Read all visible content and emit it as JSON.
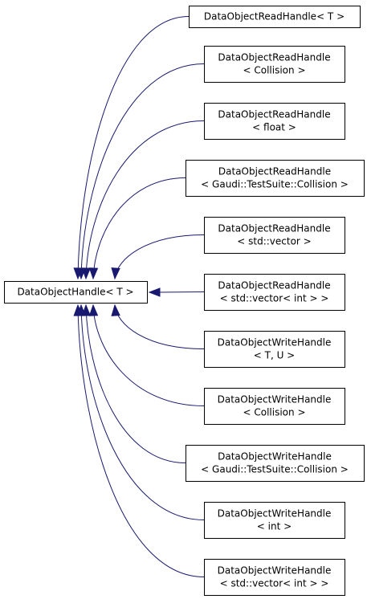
{
  "diagram": {
    "base": {
      "lines": [
        "DataObjectHandle< T >"
      ]
    },
    "derived": [
      {
        "lines": [
          "DataObjectReadHandle< T >"
        ]
      },
      {
        "lines": [
          "DataObjectReadHandle",
          "< Collision >"
        ]
      },
      {
        "lines": [
          "DataObjectReadHandle",
          "< float >"
        ]
      },
      {
        "lines": [
          "DataObjectReadHandle",
          "< Gaudi::TestSuite::Collision >"
        ]
      },
      {
        "lines": [
          "DataObjectReadHandle",
          "< std::vector >"
        ]
      },
      {
        "lines": [
          "DataObjectReadHandle",
          "< std::vector< int > >"
        ]
      },
      {
        "lines": [
          "DataObjectWriteHandle",
          "< T, U >"
        ]
      },
      {
        "lines": [
          "DataObjectWriteHandle",
          "< Collision >"
        ]
      },
      {
        "lines": [
          "DataObjectWriteHandle",
          "< Gaudi::TestSuite::Collision >"
        ]
      },
      {
        "lines": [
          "DataObjectWriteHandle",
          "< int >"
        ]
      },
      {
        "lines": [
          "DataObjectWriteHandle",
          "< std::vector< int > >"
        ]
      }
    ],
    "edge_color": "#191970"
  }
}
